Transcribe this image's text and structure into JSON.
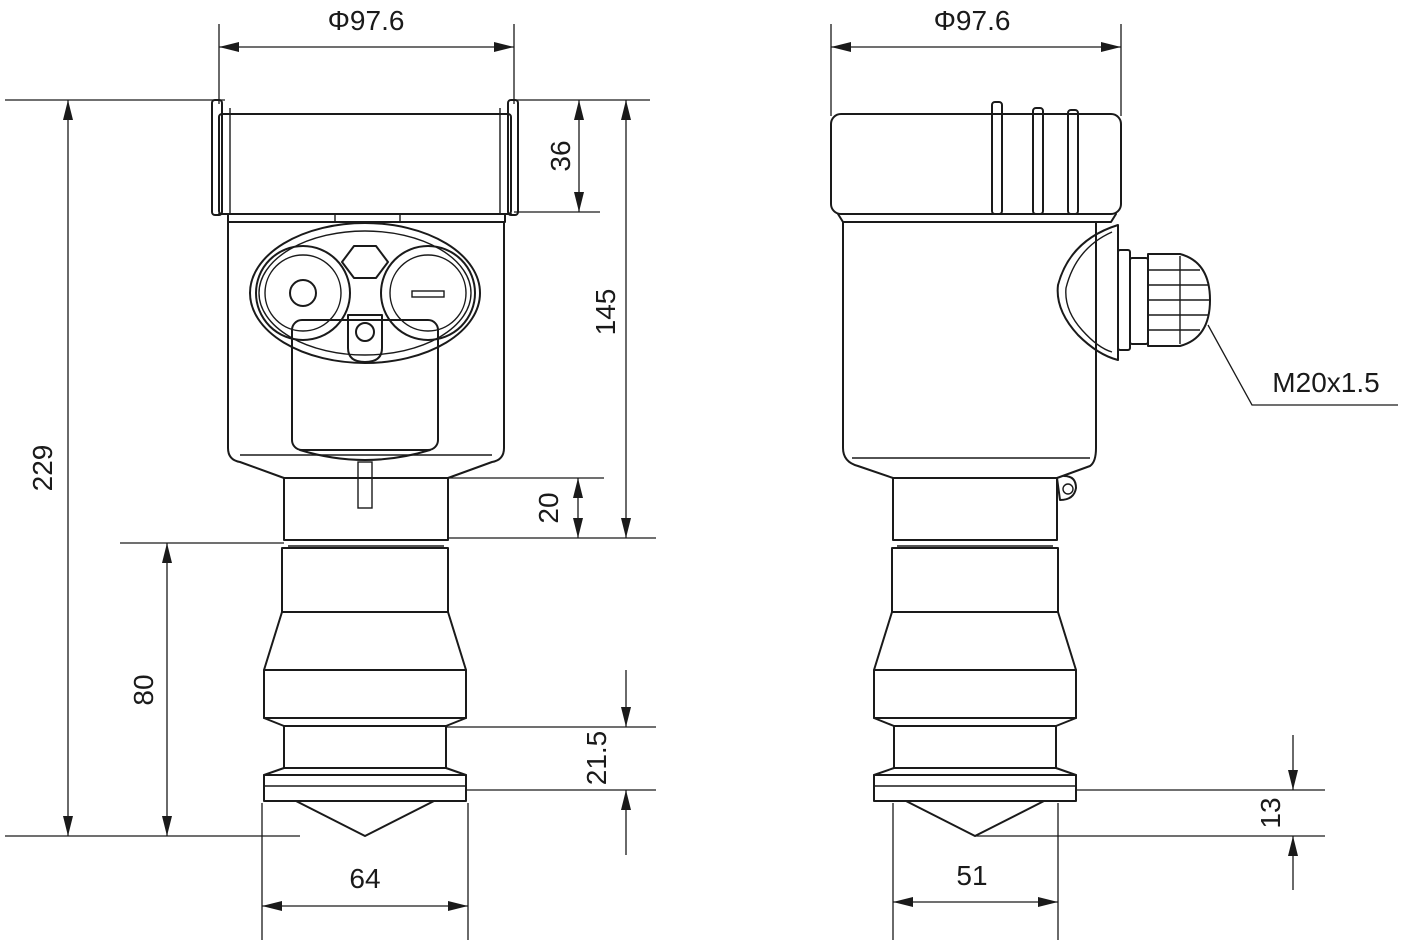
{
  "dimensions": {
    "front_diameter": "Φ97.6",
    "side_diameter": "Φ97.6",
    "total_height": "229",
    "cover_height": "36",
    "housing_height": "145",
    "neck_height": "20",
    "antenna_height": "80",
    "flange_height": "21.5",
    "front_flange_width": "64",
    "side_flange_width": "51",
    "side_flange_thickness": "13",
    "cable_gland_thread": "M20x1.5"
  }
}
